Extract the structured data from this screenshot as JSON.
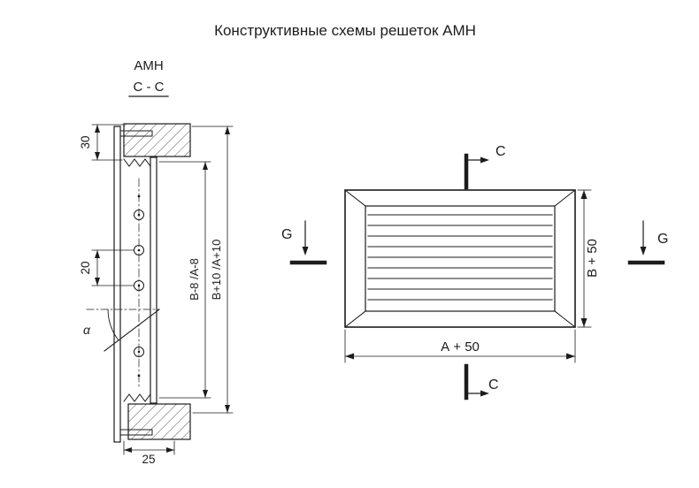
{
  "title": "Конструктивные схемы решеток АМН",
  "colors": {
    "title": "#2696c8",
    "line": "#1c1c1c"
  },
  "section_view": {
    "name_label": "АМН",
    "cut_label": "С - С",
    "dims": {
      "wall_offset": "30",
      "hole_pitch": "20",
      "frame_depth": "25",
      "inner_size": "В-8 /А-8",
      "outer_size": "В+10 /А+10"
    },
    "angle_label": "α"
  },
  "front_view": {
    "cut_mark_top": "С",
    "cut_mark_bottom": "С",
    "view_mark_left": "G",
    "view_mark_right": "G",
    "dim_width": "А + 50",
    "dim_height": "В + 50"
  }
}
